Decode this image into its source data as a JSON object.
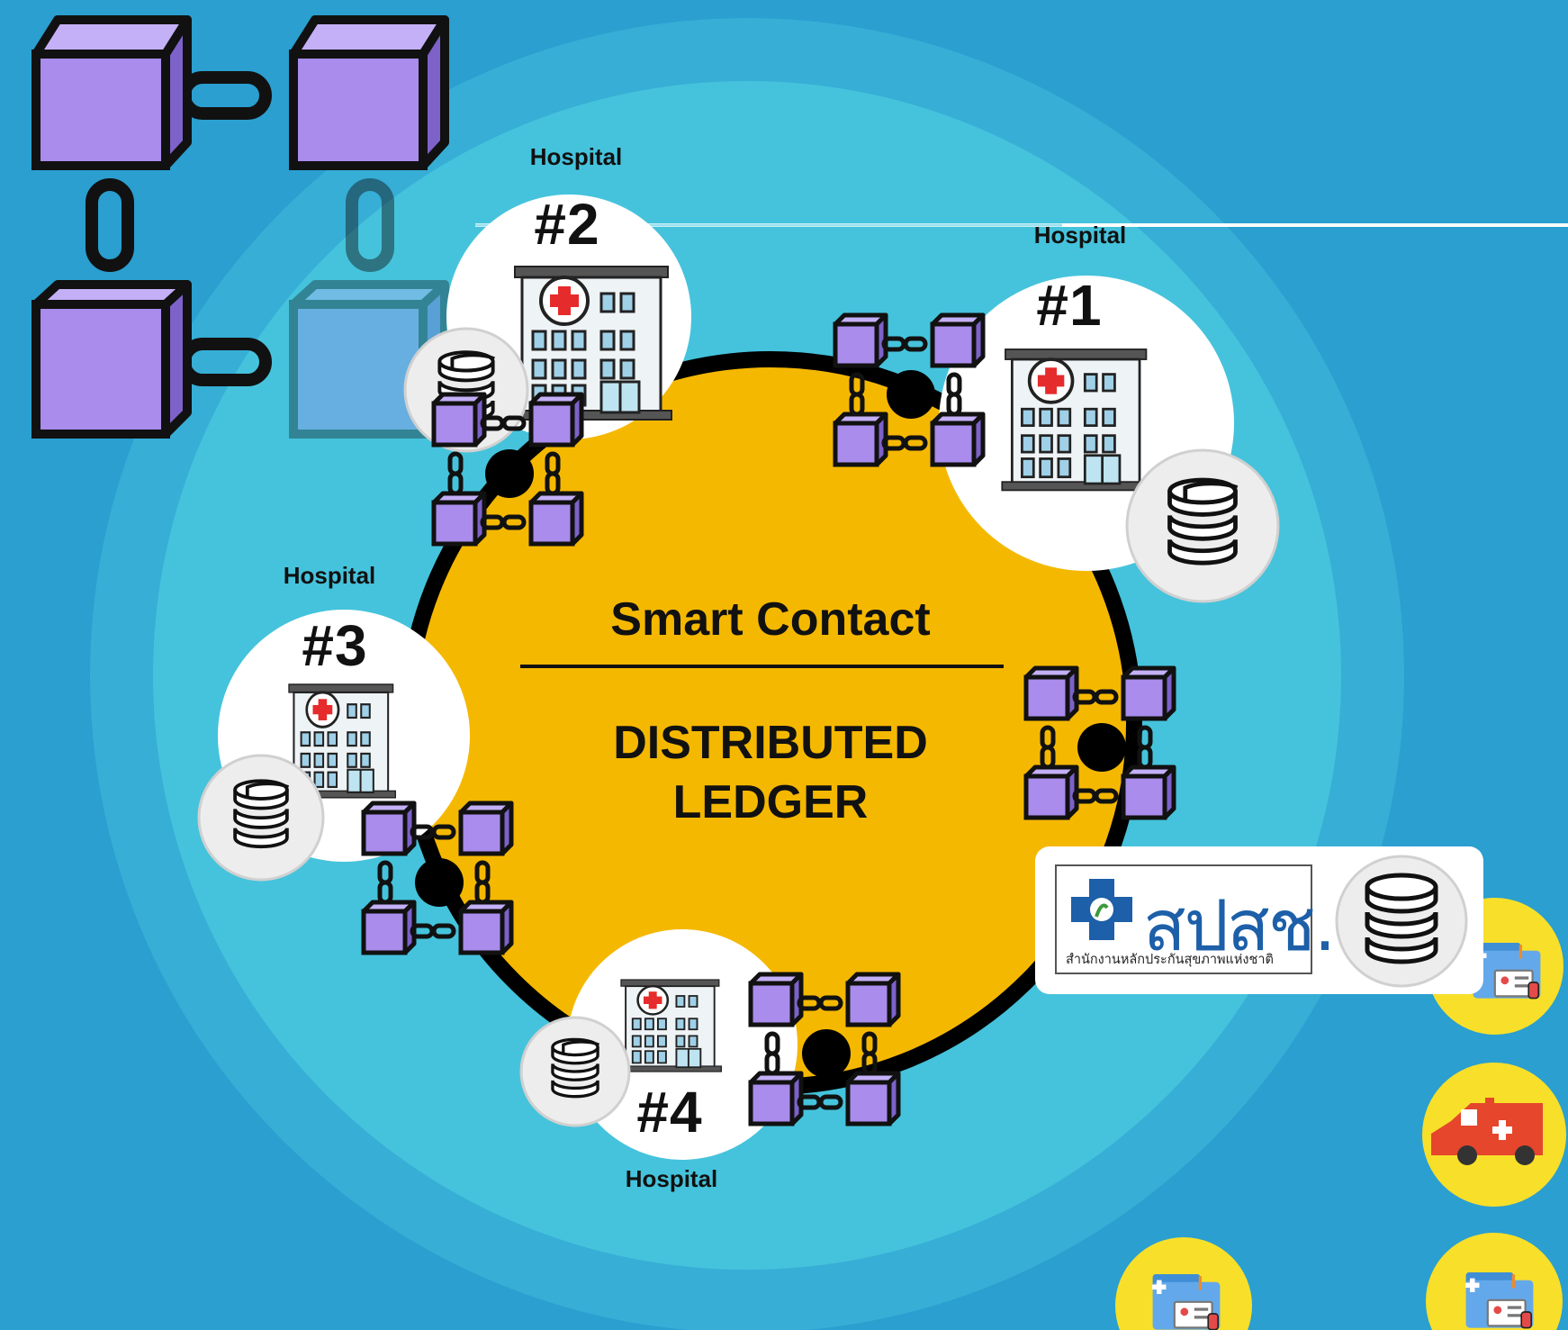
{
  "center": {
    "title": "Smart Contact",
    "subtitle_line1": "DISTRIBUTED",
    "subtitle_line2": "LEDGER"
  },
  "hospitals": [
    {
      "id": "1",
      "label": "Hospital",
      "number": "#1"
    },
    {
      "id": "2",
      "label": "Hospital",
      "number": "#2"
    },
    {
      "id": "3",
      "label": "Hospital",
      "number": "#3"
    },
    {
      "id": "4",
      "label": "Hospital",
      "number": "#4"
    }
  ],
  "nhso": {
    "short_name": "สปสช.",
    "full_name": "สำนักงานหลักประกันสุขภาพแห่งชาติ"
  },
  "colors": {
    "background": "#2a9fd0",
    "outer_ring": "#3fb6d8",
    "inner_ring": "#45c3dc",
    "ledger": "#f5b800",
    "block": "#a98cec",
    "badge": "#f8df2a",
    "nhso_blue": "#1d5fa8"
  },
  "icons": [
    "blockchain-icon",
    "hospital-building-icon",
    "database-icon",
    "medical-folder-icon",
    "ambulance-icon"
  ]
}
